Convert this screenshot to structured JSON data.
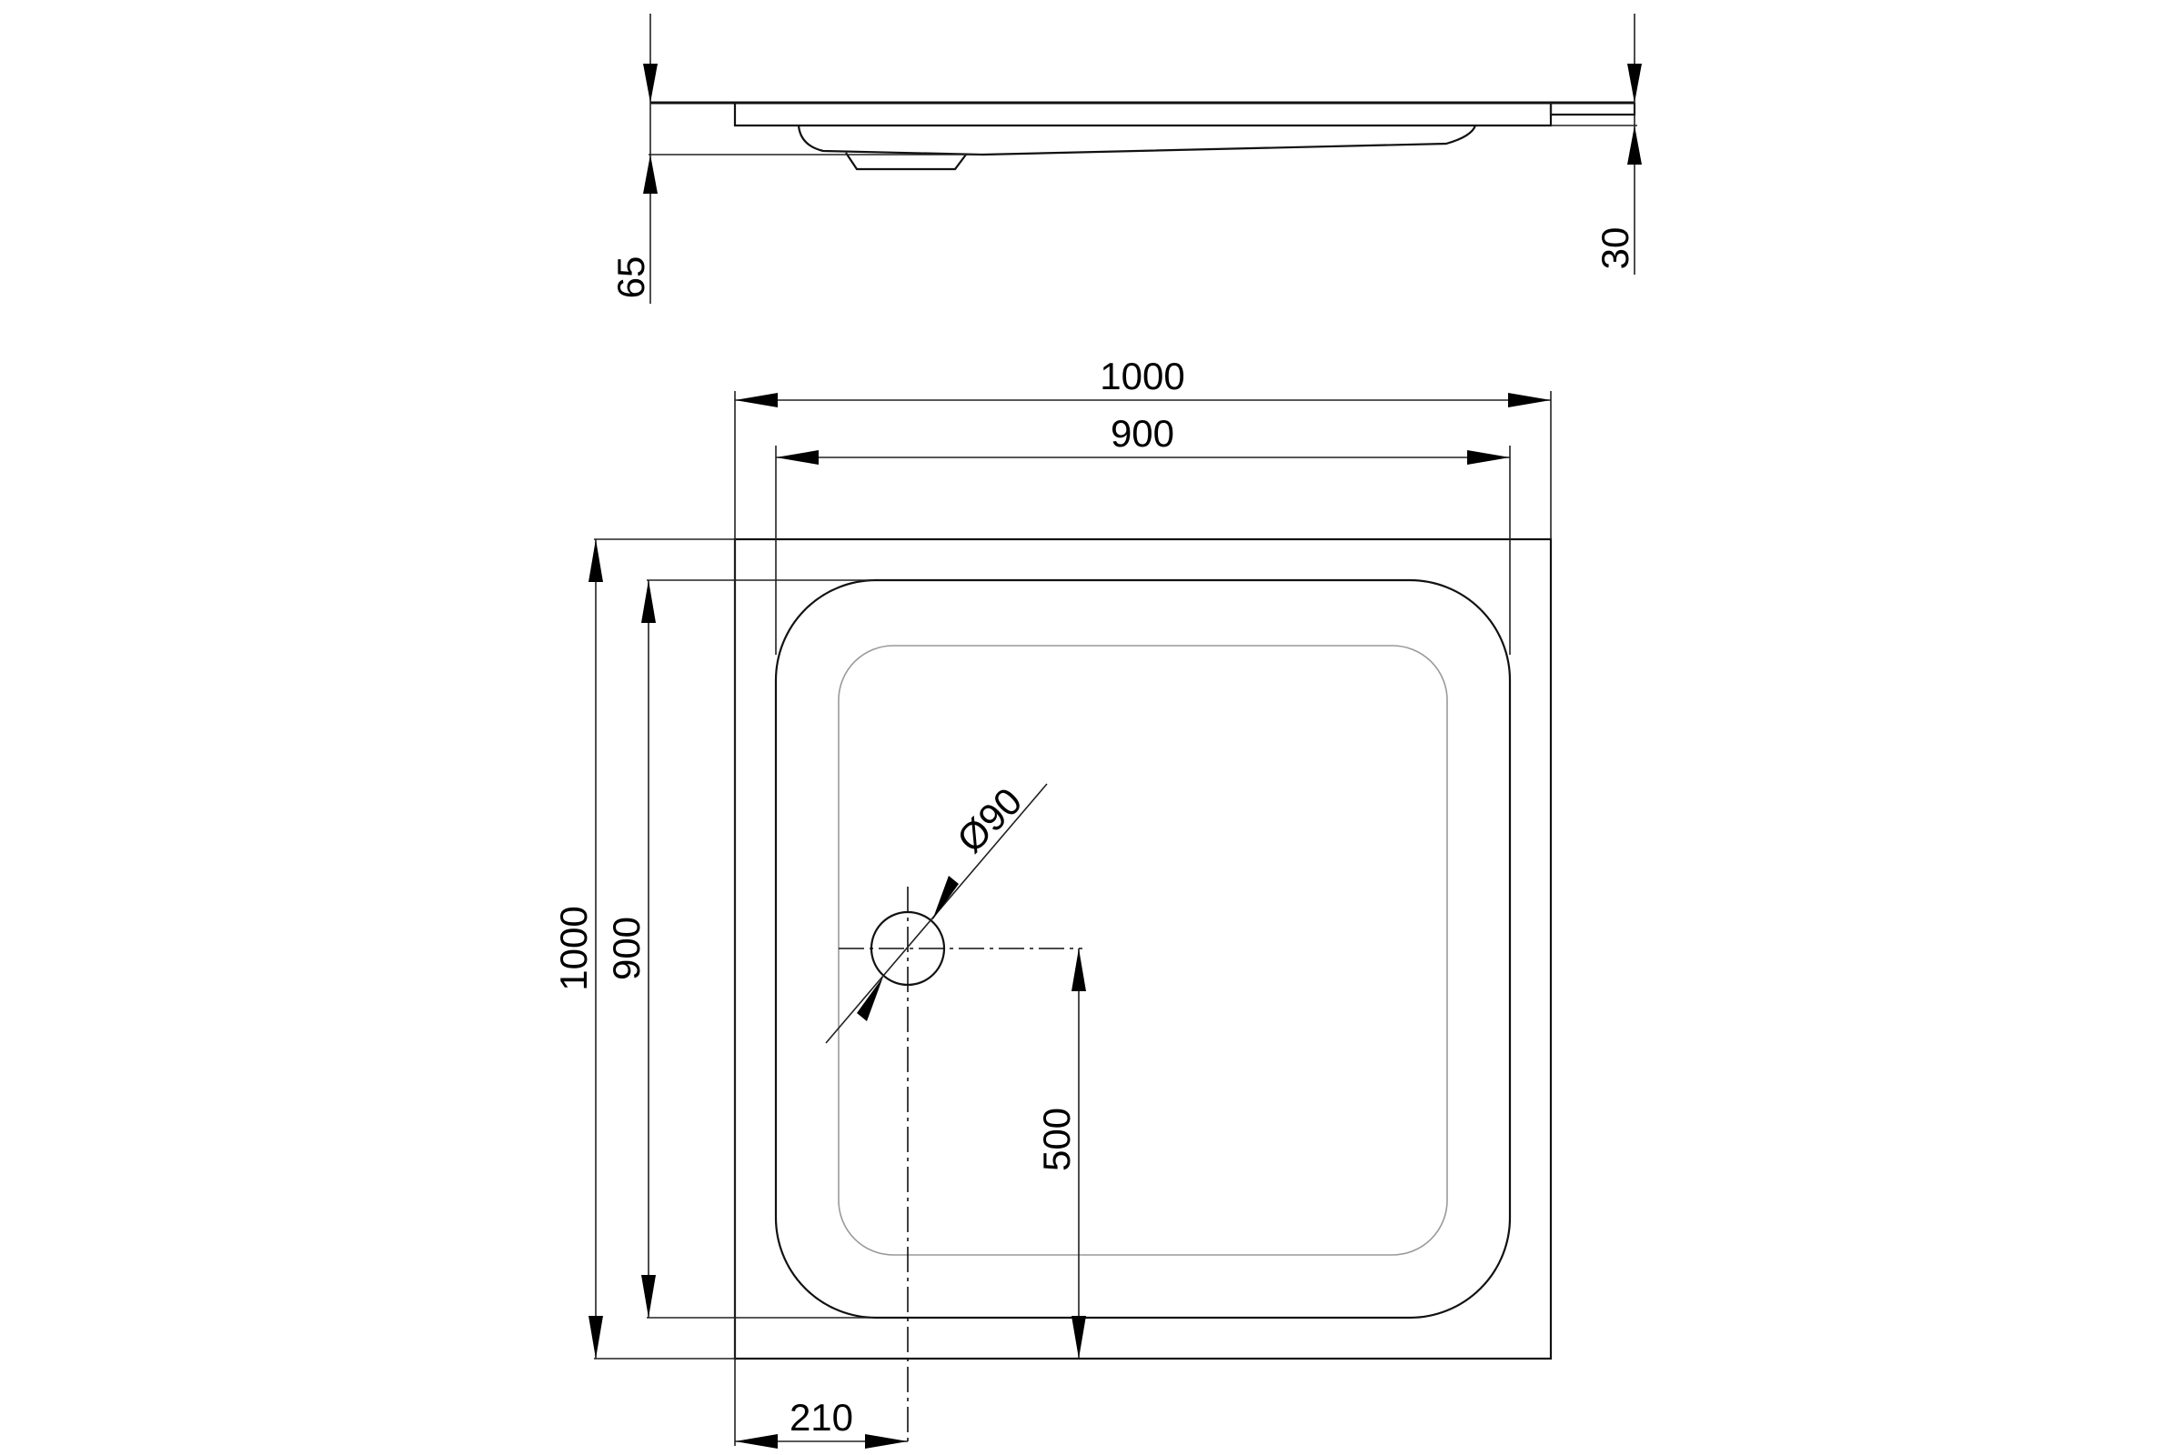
{
  "drawing": {
    "side_view": {
      "total_height_label": "65",
      "edge_height_label": "30"
    },
    "plan_view": {
      "outer_width_label": "1000",
      "inner_width_label": "900",
      "outer_depth_label": "1000",
      "inner_depth_label": "900",
      "drain_diameter_label": "Ø90",
      "drain_from_bottom_label": "500",
      "drain_from_left_label": "210"
    }
  }
}
